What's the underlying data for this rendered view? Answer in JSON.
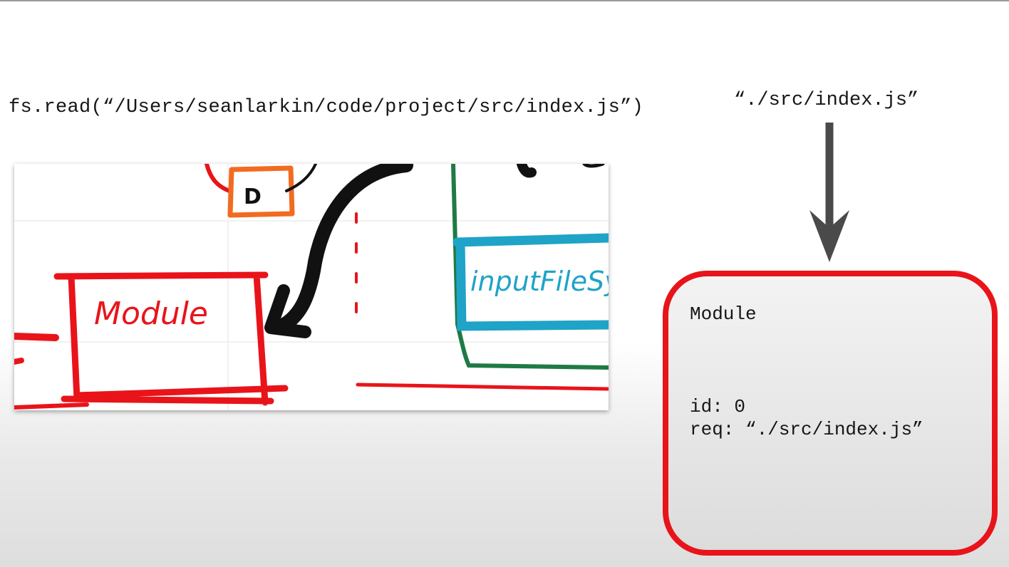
{
  "left_code": "fs.read(“/Users/seanlarkin/code/project/src/index.js”)",
  "right_code": "“./src/index.js”",
  "sketch": {
    "label_d": "D",
    "label_module": "Module",
    "label_filesystem": "inputFileSys"
  },
  "module_box": {
    "title": "Module",
    "id_line": "id: 0",
    "req_line": "req: “./src/index.js”"
  },
  "colors": {
    "red": "#e8141a",
    "orange": "#f26b21",
    "green": "#1f7a45",
    "blue": "#1fa3c7",
    "black": "#111111"
  }
}
